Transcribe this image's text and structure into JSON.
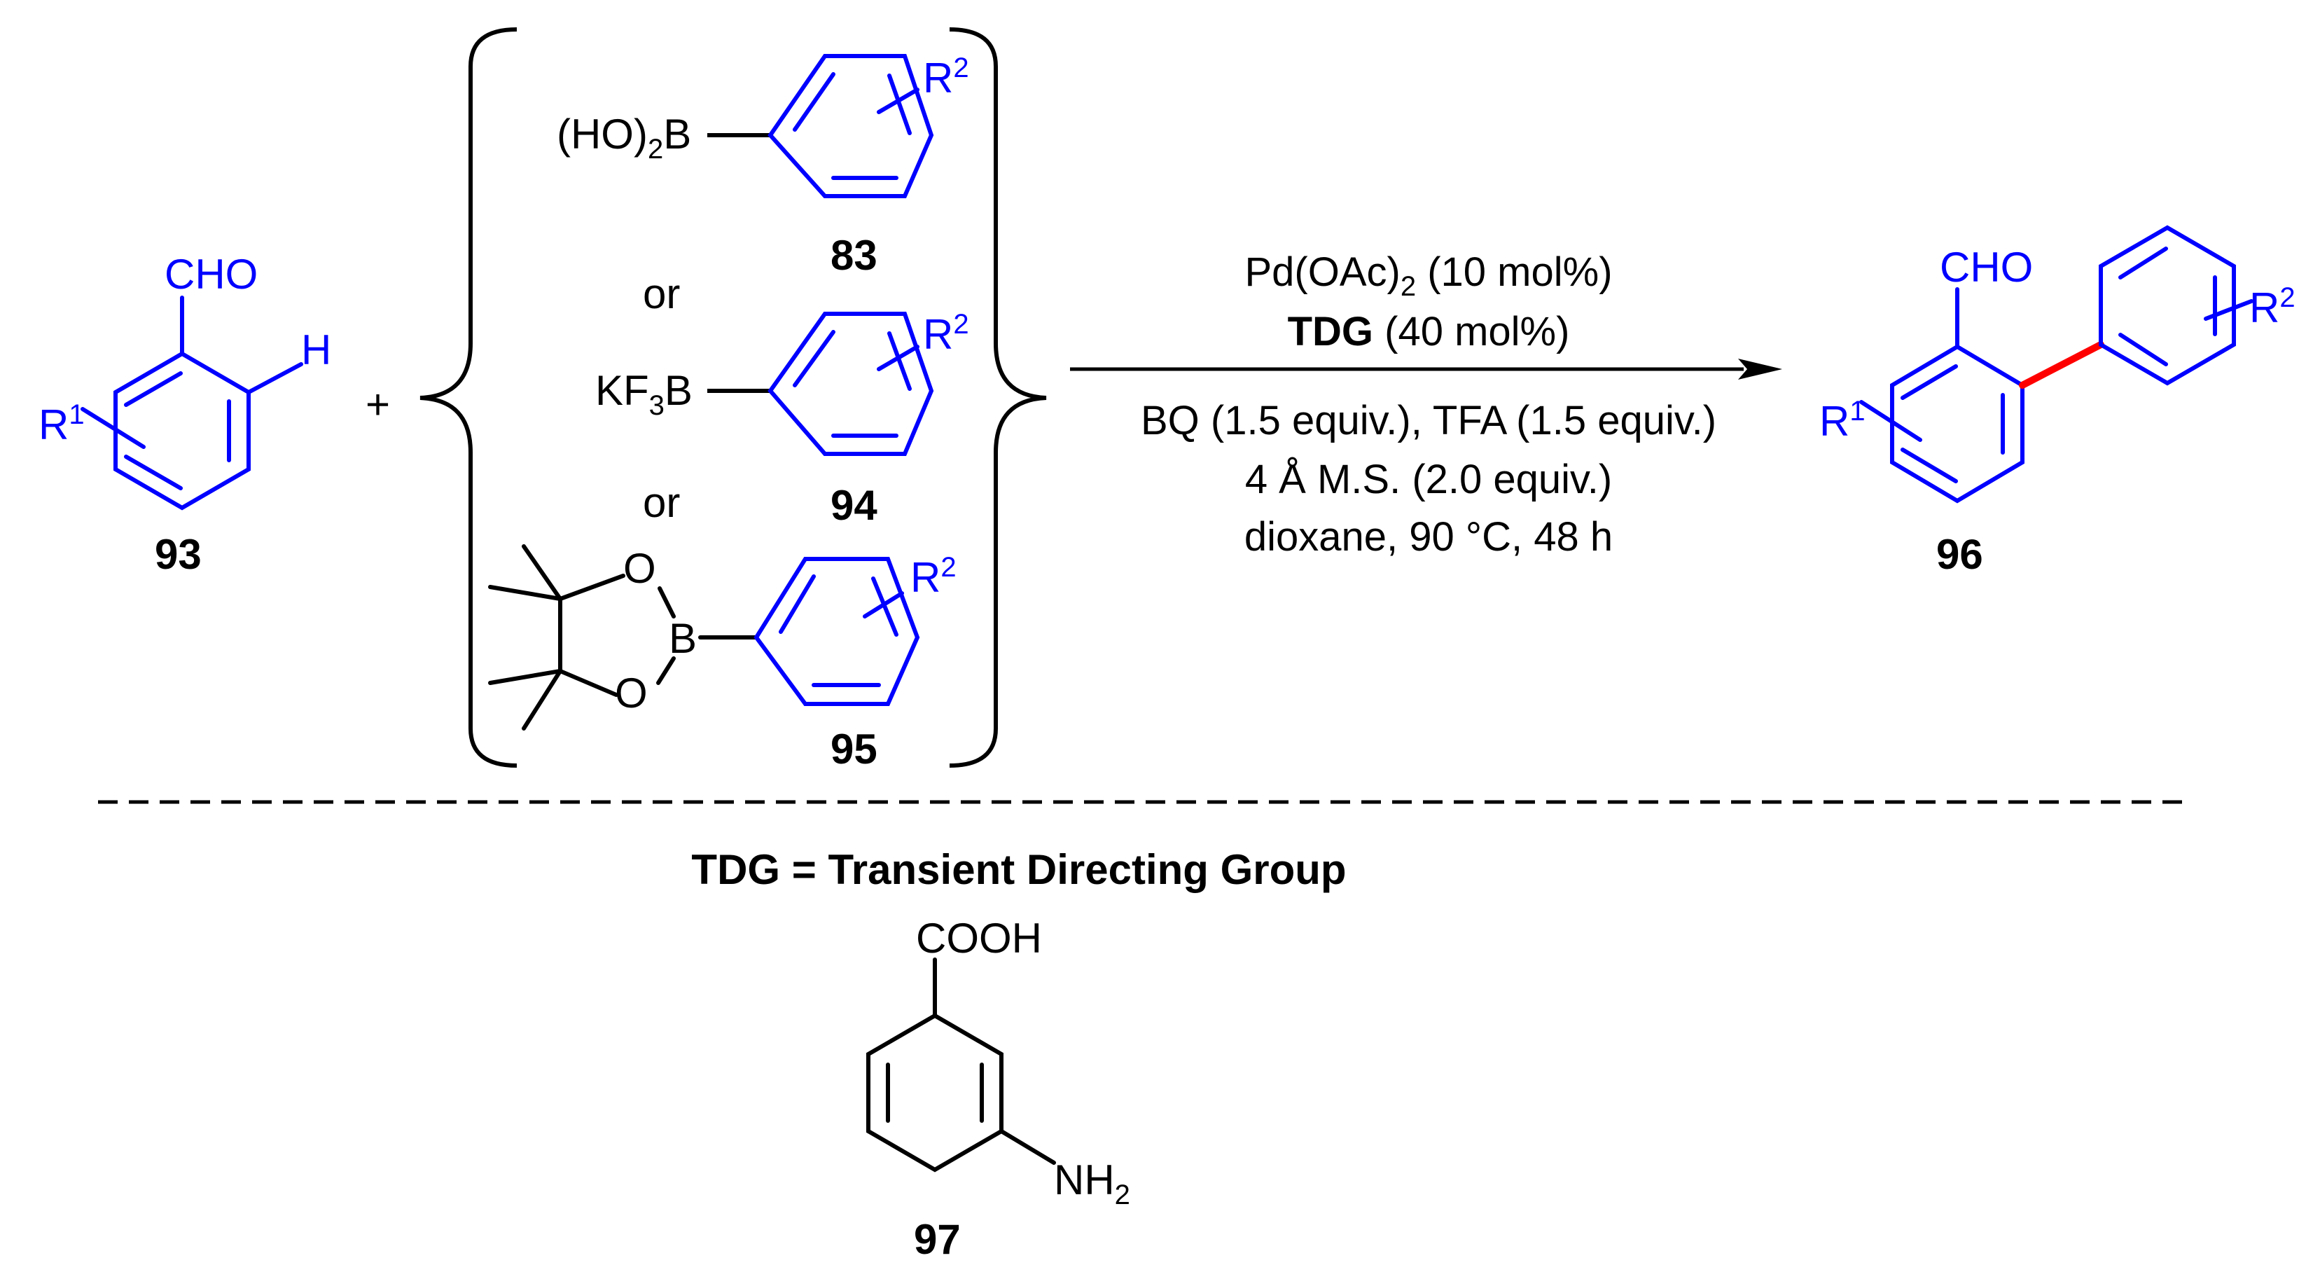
{
  "reactant_93": {
    "substituent": "CHO",
    "r_group": "R",
    "r_index": "1",
    "h_label": "H",
    "compound_number": "93"
  },
  "plus": "+",
  "boron_reagents": {
    "r_group": "R",
    "r_index": "2",
    "boronic_acid": {
      "prefix": "(HO)",
      "sub": "2",
      "suffix": "B",
      "compound_number": "83"
    },
    "or_1": "or",
    "trifluoroborate": {
      "prefix": "KF",
      "sub": "3",
      "suffix": "B",
      "compound_number": "94"
    },
    "or_2": "or",
    "pinacol_ester": {
      "o_top": "O",
      "b": "B",
      "o_bottom": "O",
      "compound_number": "95"
    }
  },
  "conditions": {
    "catalyst_main": "Pd(OAc)",
    "catalyst_sub": "2",
    "catalyst_loading": " (10 mol%)",
    "tdg_label": "TDG",
    "tdg_loading": " (40 mol%)",
    "line_3": "BQ (1.5 equiv.), TFA (1.5 equiv.)",
    "line_4": "4 Å M.S. (2.0 equiv.)",
    "line_5": "dioxane, 90 °C, 48 h"
  },
  "product_96": {
    "substituent": "CHO",
    "r1_group": "R",
    "r1_index": "1",
    "r2_group": "R",
    "r2_index": "2",
    "compound_number": "96"
  },
  "tdg_definition": "TDG = Transient Directing Group",
  "tdg_97": {
    "acid": "COOH",
    "amine": "NH",
    "amine_sub": "2",
    "compound_number": "97"
  },
  "colors": {
    "substrate": "#0000ff",
    "new_bond": "#ff0000",
    "ink": "#000000"
  }
}
